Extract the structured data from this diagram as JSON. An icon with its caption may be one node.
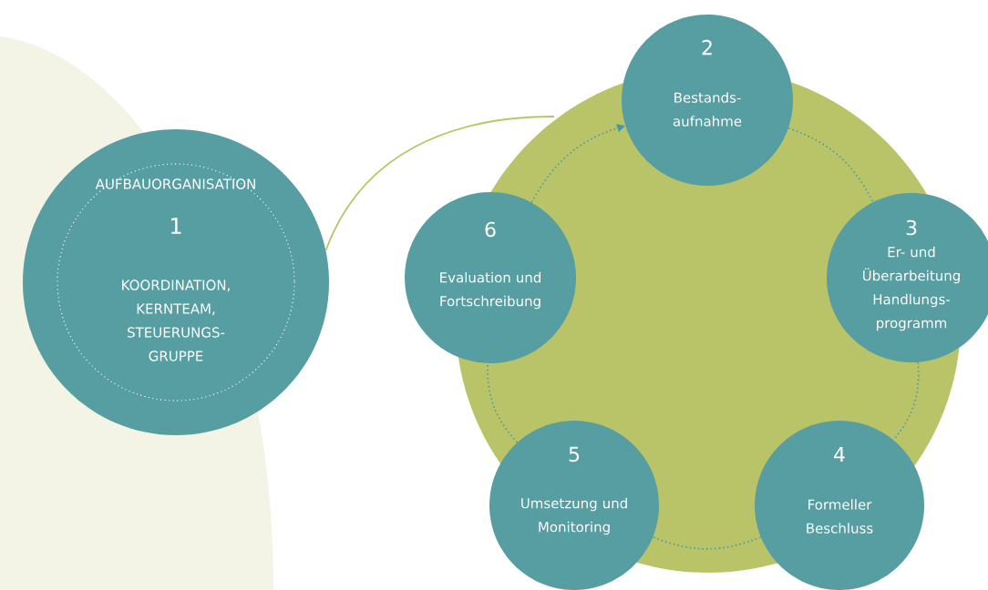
{
  "diagram": {
    "nodes": [
      {
        "text": [
          "AUFBAUORGANISATION",
          "1",
          "KOORDINATION, KERNTEAM, STEUERUNGS- GRUPPE"
        ]
      },
      {
        "text": [
          "2",
          "Bestands- aufnahme"
        ]
      },
      {
        "text": [
          "3",
          "Er- und Überarbeitung Handlungs- programm"
        ]
      },
      {
        "text": [
          "4",
          "Formeller Beschluss"
        ]
      },
      {
        "text": [
          "5",
          "Umsetzung und Monitoring"
        ]
      },
      {
        "text": [
          "6",
          "Evaluation und Fortschreibung"
        ]
      }
    ],
    "edges": [
      {
        "from": 0,
        "to": null,
        "arrow": "none",
        "color": "#b9c468"
      },
      {
        "from": 5,
        "to": 1,
        "arrow": "to",
        "style": "dashed"
      },
      {
        "from": 1,
        "to": 2,
        "arrow": "none",
        "style": "dashed"
      },
      {
        "from": 2,
        "to": 3,
        "arrow": "none",
        "style": "dashed"
      },
      {
        "from": 3,
        "to": 4,
        "arrow": "none",
        "style": "dashed"
      },
      {
        "from": 4,
        "to": 5,
        "arrow": "none",
        "style": "dashed"
      }
    ]
  }
}
